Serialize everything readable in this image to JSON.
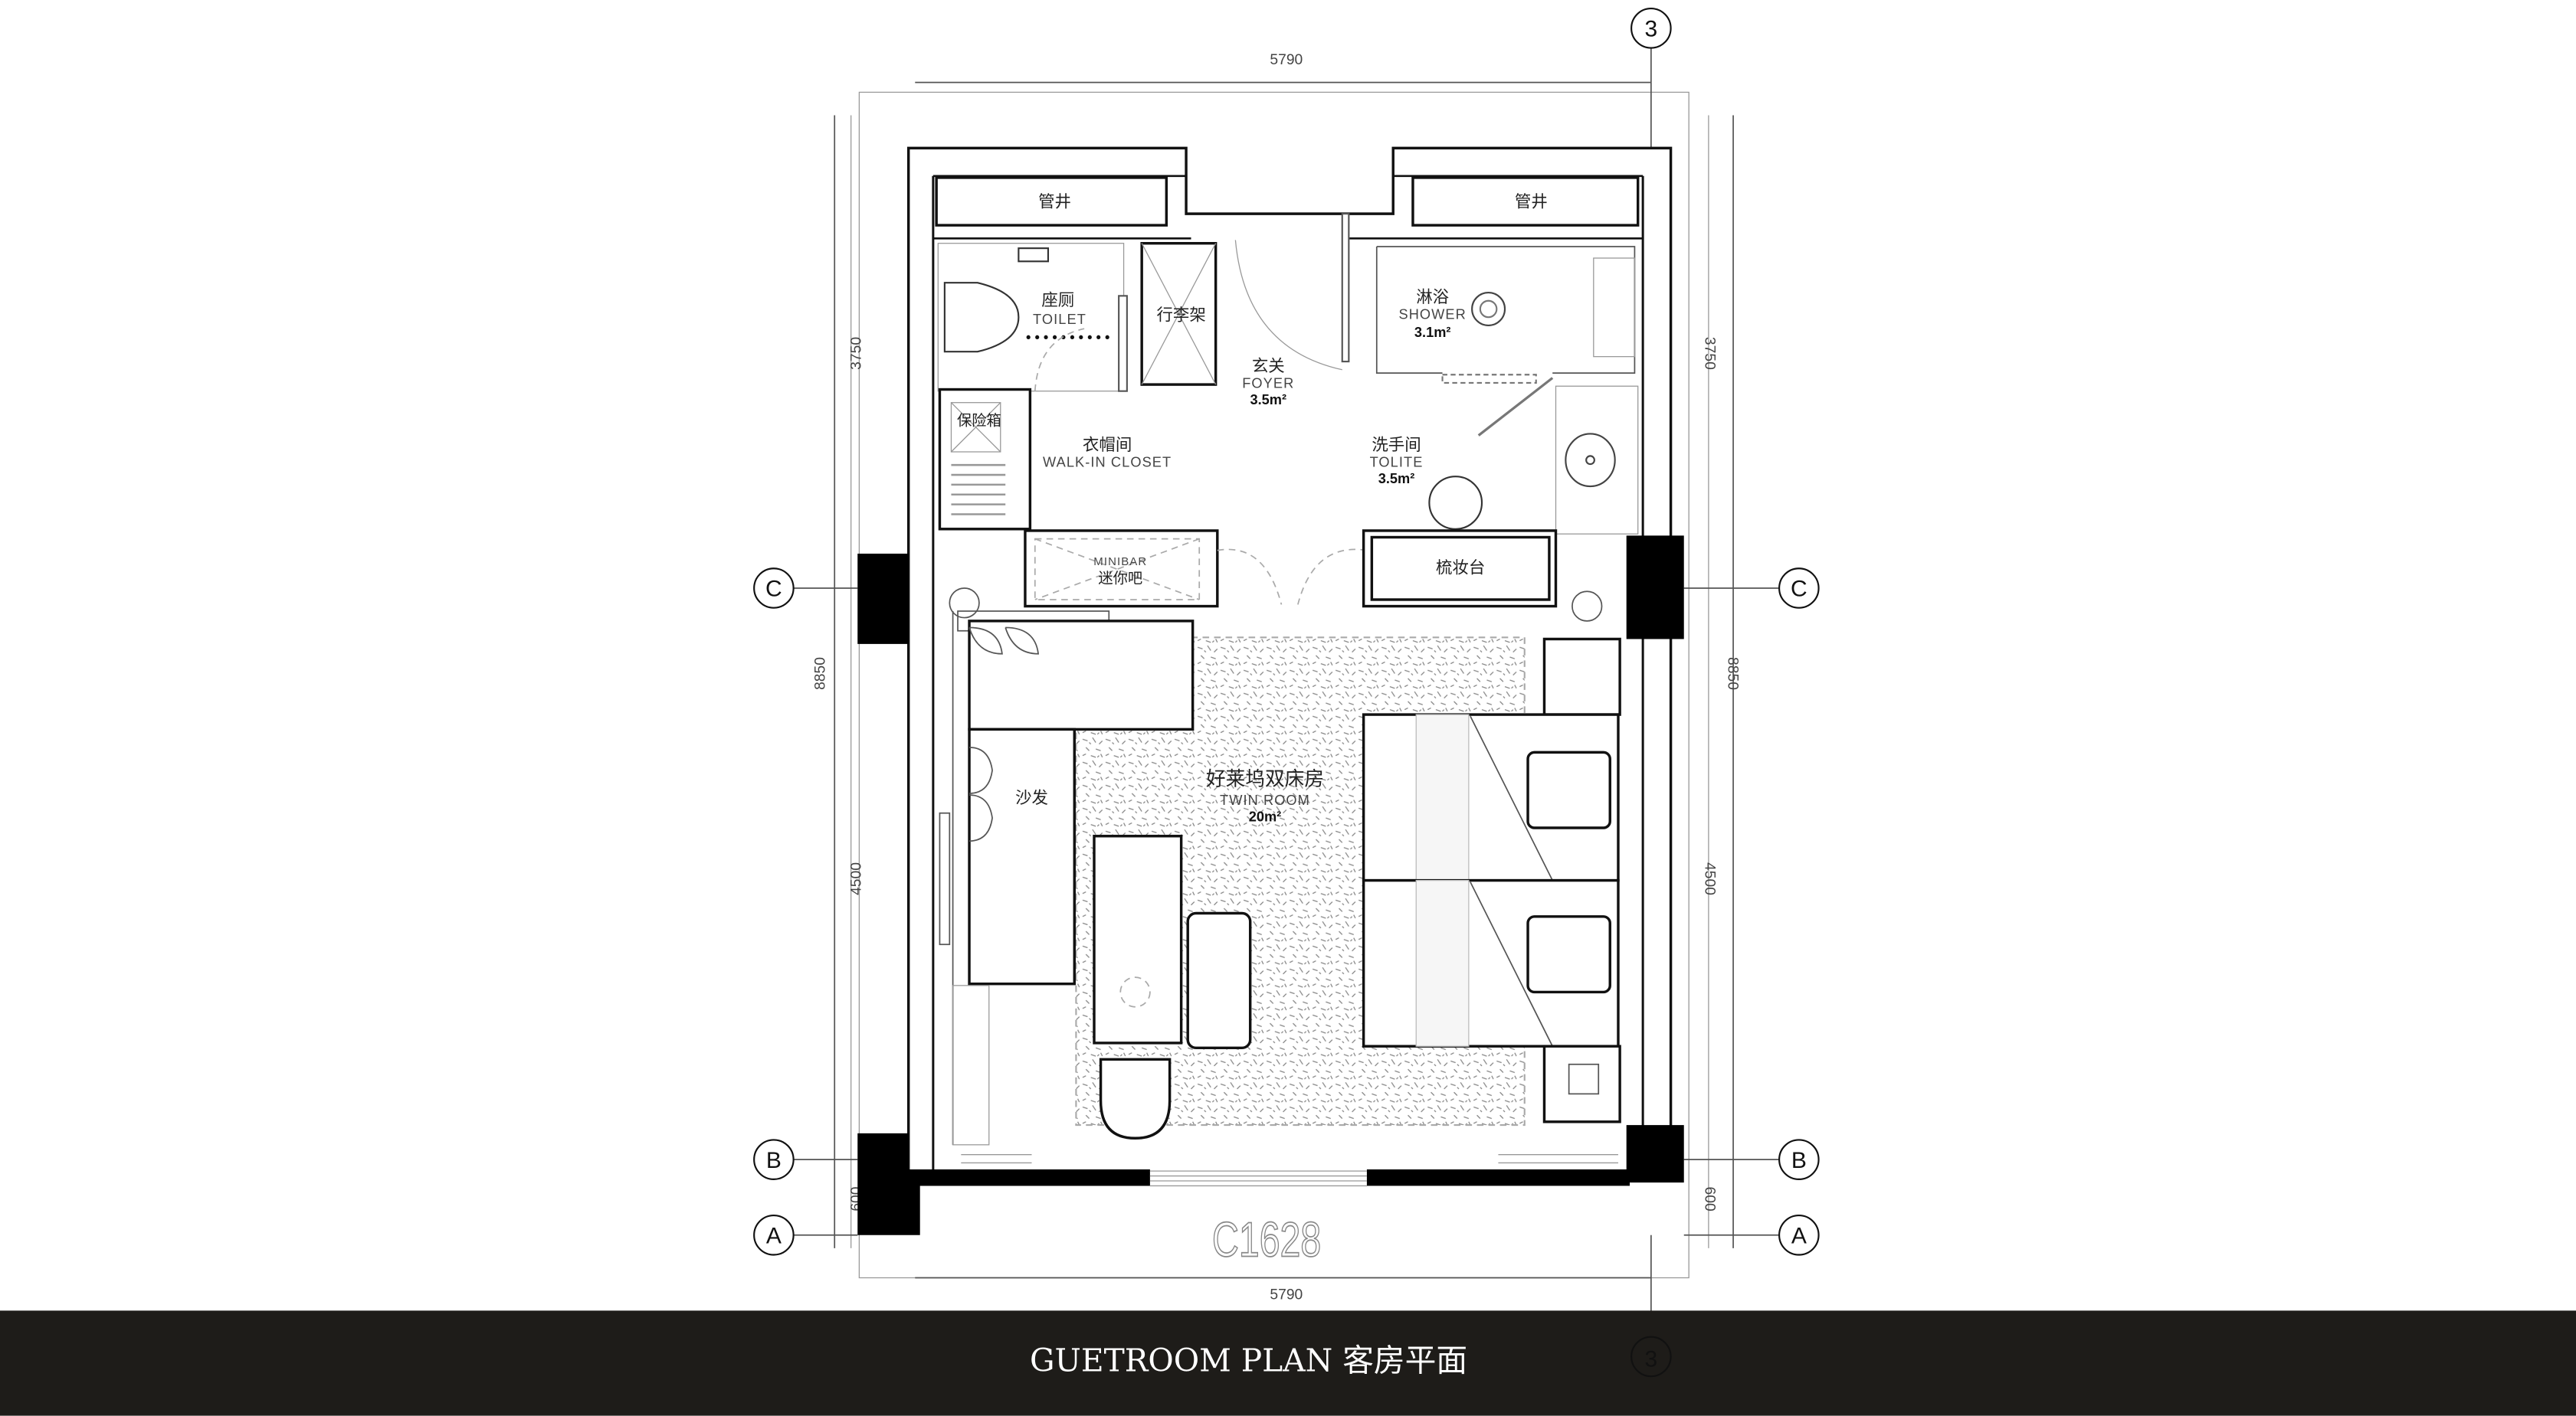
{
  "plan": {
    "code": "C1628",
    "dimensions": {
      "top_width": "5790",
      "bottom_width": "5790",
      "left": [
        "3750",
        "8850",
        "4500",
        "600"
      ],
      "right": [
        "3750",
        "8850",
        "4500",
        "600"
      ]
    },
    "axes": {
      "top": "3",
      "bottom": "3",
      "rows": [
        "C",
        "B",
        "A"
      ]
    },
    "rooms": {
      "shaft_left": "管井",
      "shaft_right": "管井",
      "toilet": {
        "cn": "座厕",
        "en": "TOILET"
      },
      "luggage": "行李架",
      "foyer": {
        "cn": "玄关",
        "en": "FOYER",
        "area": "3.5m²"
      },
      "shower": {
        "cn": "淋浴",
        "en": "SHOWER",
        "area": "3.1m²"
      },
      "safe": "保险箱",
      "closet": {
        "cn": "衣帽间",
        "en": "WALK-IN  CLOSET"
      },
      "tolite": {
        "cn": "洗手间",
        "en": "TOLITE",
        "area": "3.5m²"
      },
      "minibar": {
        "en": "MINIBAR",
        "cn": "迷你吧"
      },
      "vanity": "梳妆台",
      "sofa": "沙发",
      "twin_room": {
        "cn": "好莱坞双床房",
        "en": "TWIN  ROOM",
        "area": "20m²"
      }
    }
  },
  "footer": {
    "title": "GUETROOM  PLAN 客房平面",
    "background": "#1e1c19"
  }
}
